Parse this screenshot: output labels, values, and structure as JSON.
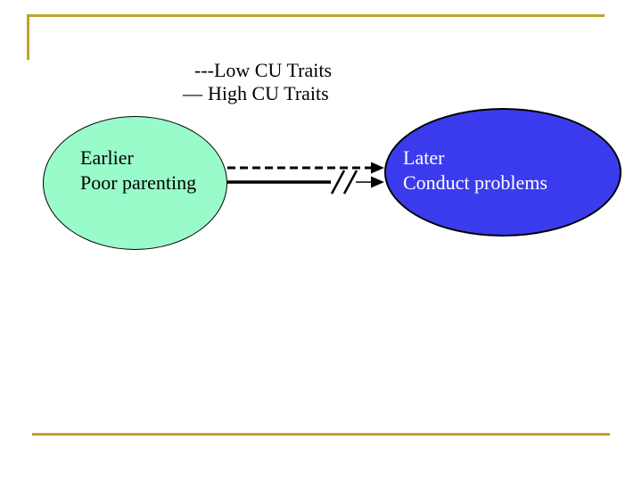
{
  "slide": {
    "background_color": "#FFFFFF",
    "accent_color": "#C2A12E"
  },
  "legend": {
    "items": [
      {
        "marker": "---",
        "style": "dashed",
        "label": "Low CU Traits"
      },
      {
        "marker": "—",
        "style": "solid",
        "label": "High CU Traits"
      }
    ]
  },
  "nodes": {
    "left": {
      "lines": [
        "Earlier",
        "Poor parenting"
      ],
      "fill_color": "#99FACA",
      "text_color": "#000000",
      "shape": "ellipse"
    },
    "right": {
      "lines": [
        "Later",
        "Conduct problems"
      ],
      "fill_color": "#3B3BEE",
      "text_color": "#FFFFFF",
      "shape": "ellipse"
    }
  },
  "connectors": {
    "dashed_arrow": {
      "from": "Earlier Poor parenting",
      "to": "Later Conduct problems",
      "style": "dashed",
      "color": "#000000"
    },
    "solid_arrow": {
      "from": "Earlier Poor parenting",
      "to": "Later Conduct problems",
      "style": "solid-with-break-marks",
      "color": "#000000"
    }
  }
}
